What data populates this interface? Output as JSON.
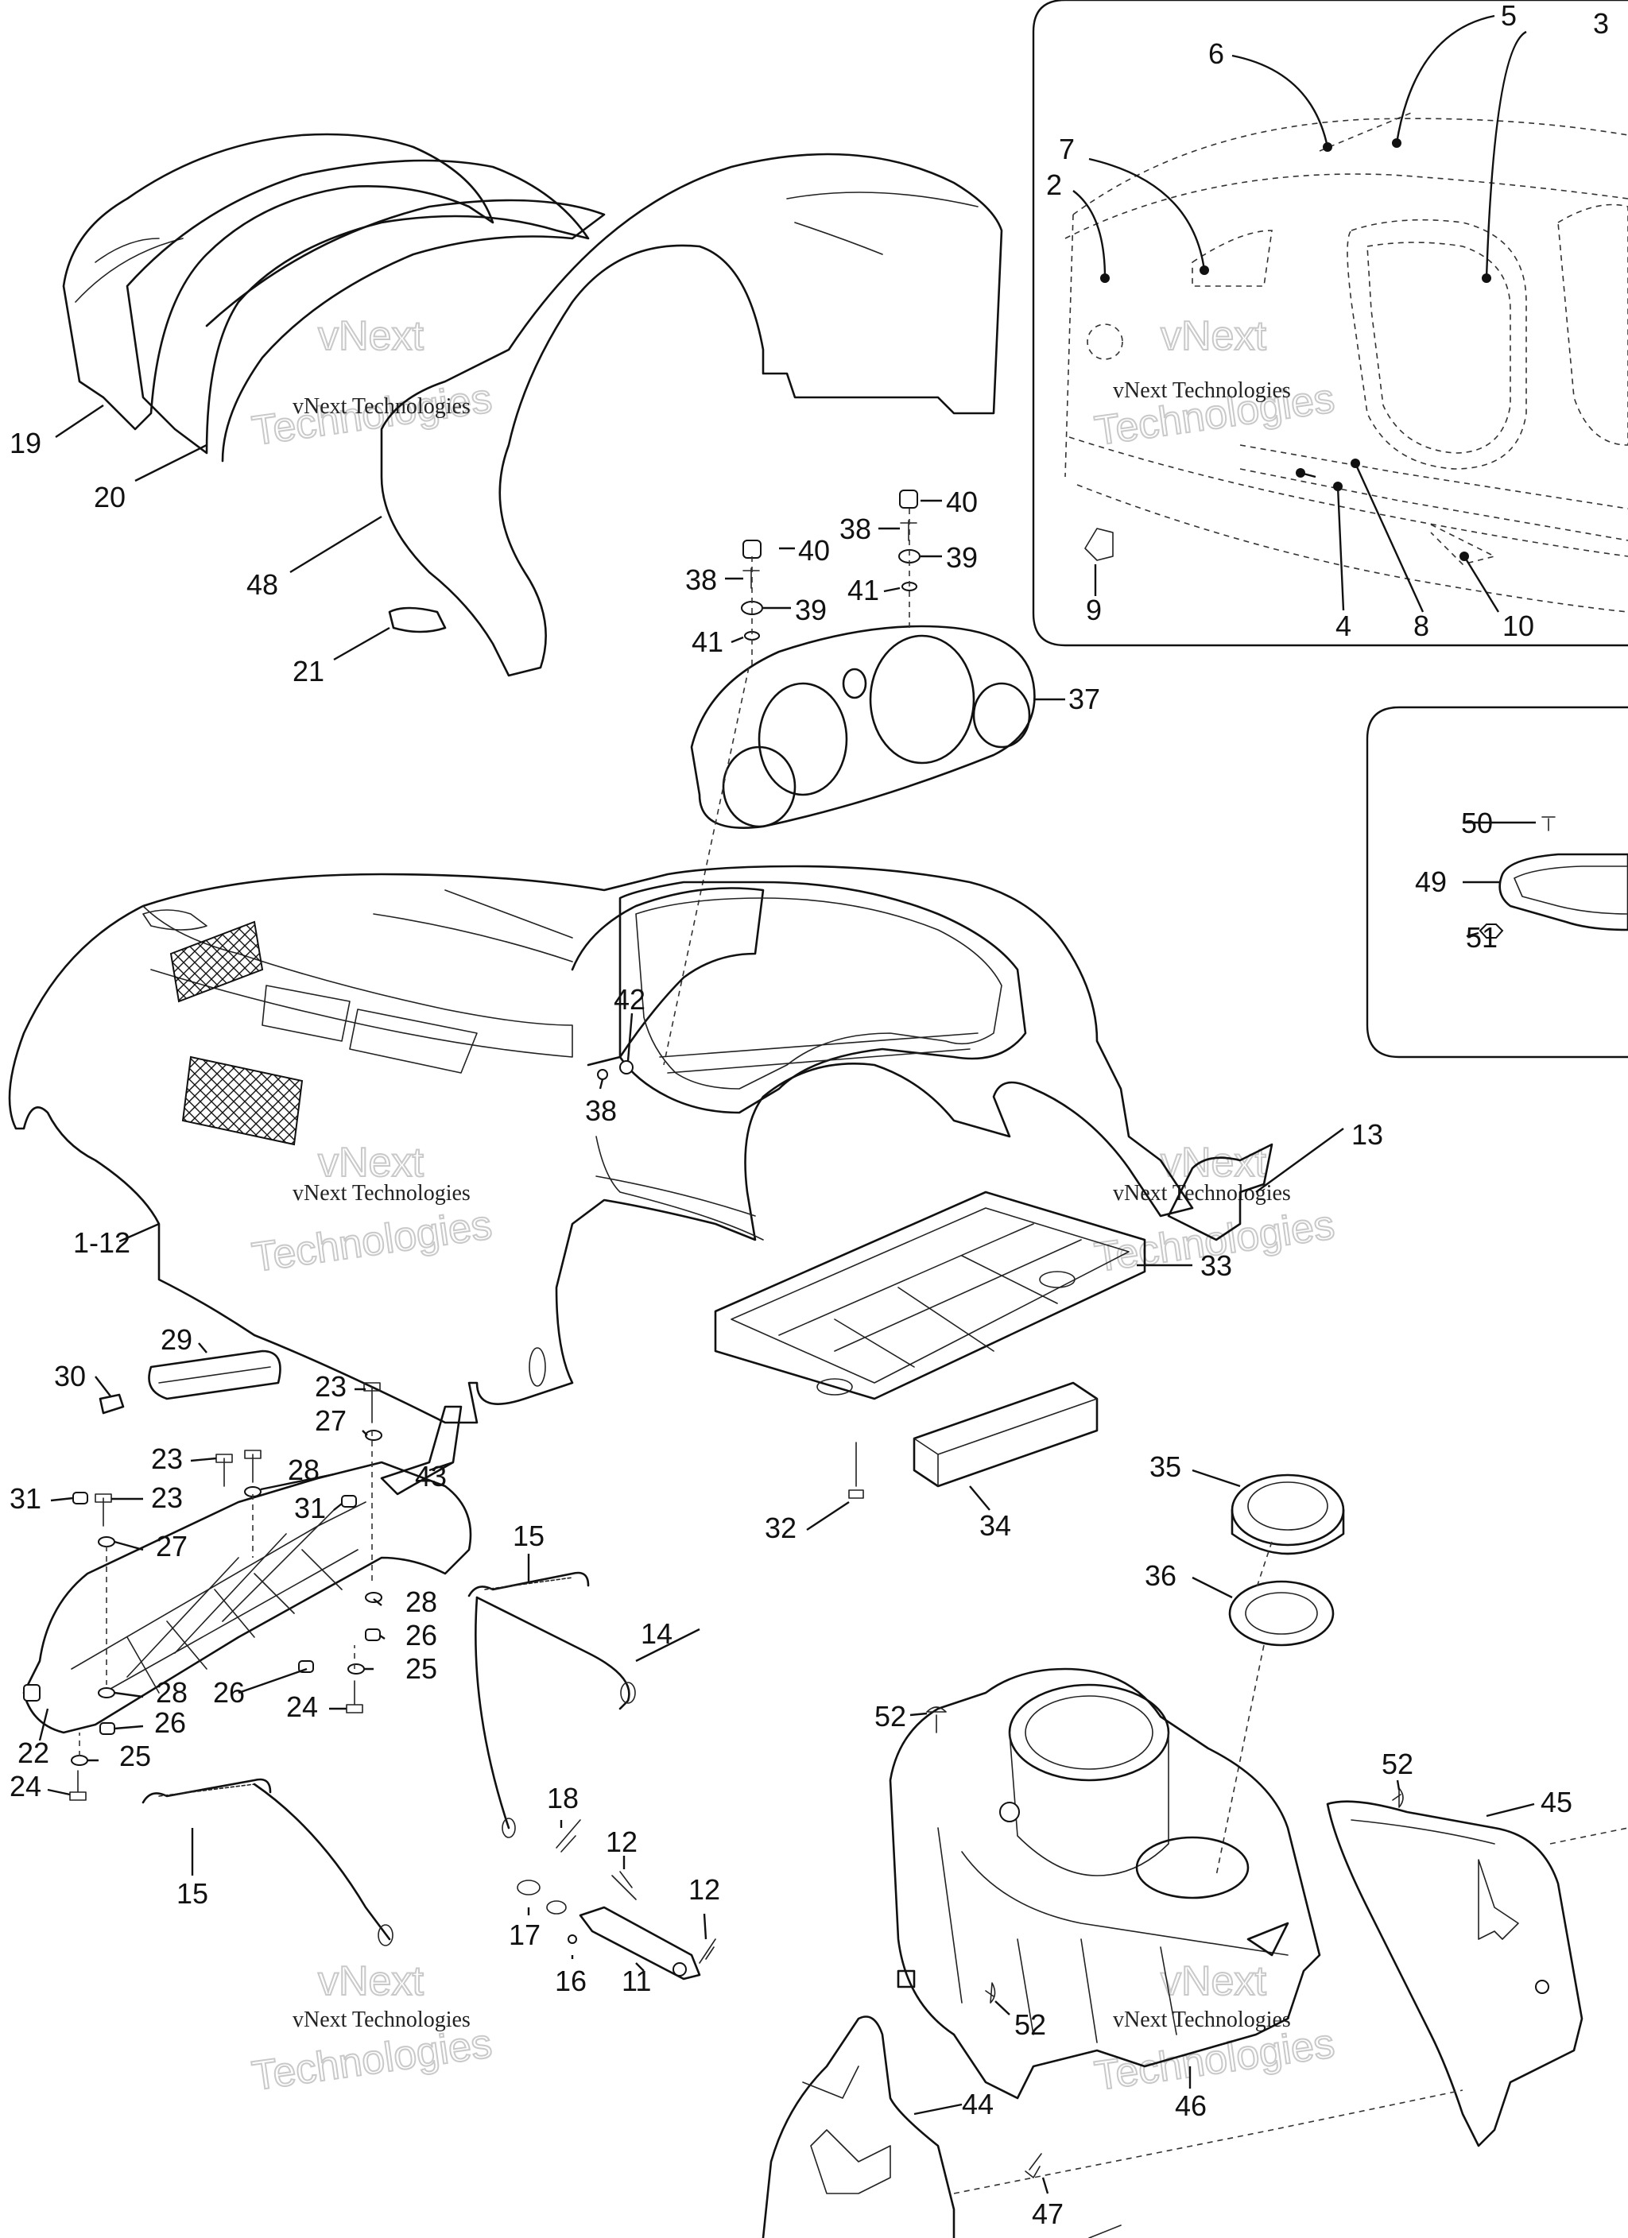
{
  "watermark": {
    "line1": "vNext Technologies",
    "line2_next": "vNext",
    "line2_tech": "Technologies"
  },
  "callouts": {
    "c1_12": "1-12",
    "c2": "2",
    "c3": "3",
    "c4": "4",
    "c5": "5",
    "c6": "6",
    "c7": "7",
    "c8": "8",
    "c9": "9",
    "c10": "10",
    "c11": "11",
    "c12": "12",
    "c13": "13",
    "c14": "14",
    "c15": "15",
    "c16": "16",
    "c17": "17",
    "c18": "18",
    "c19": "19",
    "c20": "20",
    "c21": "21",
    "c22": "22",
    "c23": "23",
    "c24": "24",
    "c25": "25",
    "c26": "26",
    "c27": "27",
    "c28": "28",
    "c29": "29",
    "c30": "30",
    "c31": "31",
    "c32": "32",
    "c33": "33",
    "c34": "34",
    "c35": "35",
    "c36": "36",
    "c37": "37",
    "c38": "38",
    "c39": "39",
    "c40": "40",
    "c41": "41",
    "c42": "42",
    "c43": "43",
    "c44": "44",
    "c45": "45",
    "c46": "46",
    "c47": "47",
    "c48": "48",
    "c49": "49",
    "c50": "50",
    "c51": "51",
    "c52": "52"
  }
}
